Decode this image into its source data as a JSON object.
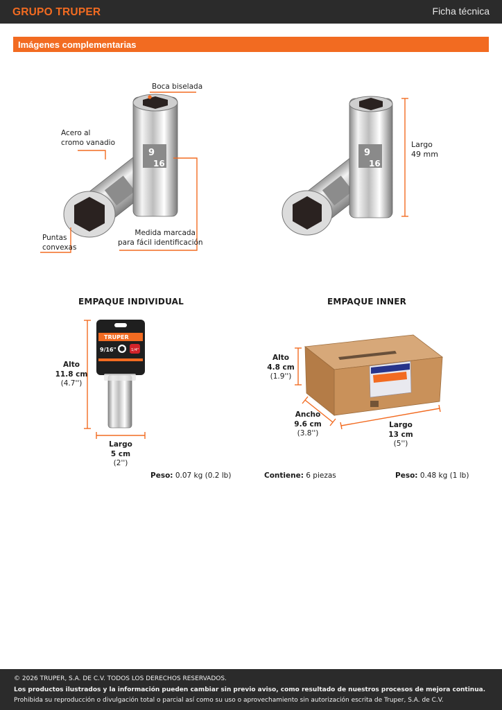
{
  "header": {
    "brand_left": "GRUPO",
    "brand_right": "TRUPER",
    "doc_type": "Ficha técnica"
  },
  "section": {
    "title": "Imágenes complementarias"
  },
  "callouts": {
    "boca": "Boca biselada",
    "acero_1": "Acero al",
    "acero_2": "cromo vanadio",
    "puntas_1": "Puntas",
    "puntas_2": "convexas",
    "medida_1": "Medida marcada",
    "medida_2": "para fácil identificación",
    "largo_1": "Largo",
    "largo_2": "49 mm"
  },
  "product_marks": {
    "size_top": "9",
    "size_bottom": "16",
    "card_brand": "TRUPER",
    "card_size": "9/16\"",
    "card_drive": "1/4\""
  },
  "empaque_individual": {
    "title": "EMPAQUE INDIVIDUAL",
    "alto_label": "Alto",
    "alto_cm": "11.8 cm",
    "alto_in": "(4.7'')",
    "largo_label": "Largo",
    "largo_cm": "5 cm",
    "largo_in": "(2'')",
    "peso_label": "Peso:",
    "peso_value": "0.07 kg (0.2 lb)"
  },
  "empaque_inner": {
    "title": "EMPAQUE INNER",
    "alto_label": "Alto",
    "alto_cm": "4.8 cm",
    "alto_in": "(1.9'')",
    "ancho_label": "Ancho",
    "ancho_cm": "9.6 cm",
    "ancho_in": "(3.8'')",
    "largo_label": "Largo",
    "largo_cm": "13 cm",
    "largo_in": "(5'')",
    "contiene_label": "Contiene:",
    "contiene_value": "6 piezas",
    "peso_label": "Peso:",
    "peso_value": "0.48 kg (1 lb)"
  },
  "footer": {
    "copyright": "© 2026 TRUPER, S.A. DE C.V. TODOS LOS DERECHOS RESERVADOS.",
    "notice": "Los productos ilustrados y la información pueden cambiar sin previo aviso, como resultado de nuestros procesos de mejora continua.",
    "prohibition": "Prohibida su reproducción o divulgación total o parcial así como su uso o aprovechamiento sin autorización escrita de Truper, S.A. de C.V."
  },
  "colors": {
    "accent": "#f26b21",
    "bar": "#2b2b2b",
    "cardboard": "#c28a55",
    "chrome": "#d9d9d9"
  }
}
